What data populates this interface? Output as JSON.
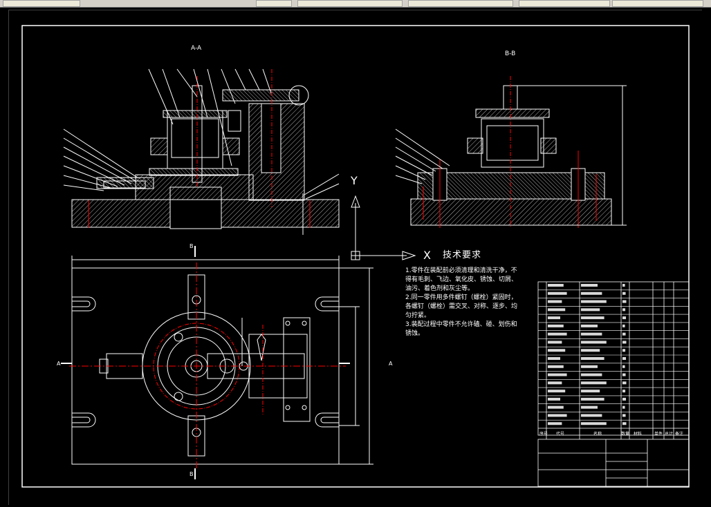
{
  "window": {
    "title": "AutoCAD drawing"
  },
  "views": {
    "section_a": "A-A",
    "section_b": "B-B",
    "marker_a_left": "A",
    "marker_a_right": "A",
    "marker_b_top": "B",
    "marker_b_bottom": "B"
  },
  "ucs": {
    "x_label": "X",
    "y_label": "Y"
  },
  "tech": {
    "title": "技术要求",
    "items": [
      "1.零件在装配前必须清理和清洗干净，不得有毛刺、飞边、氧化皮、锈蚀、切屑、油污、着色剂和灰尘等。",
      "2.同一零件用多件螺钉（螺栓）紧固时，各螺钉（螺栓）需交叉、对称、逐步、均匀拧紧。",
      "3.装配过程中零件不允许磕、碰、划伤和锈蚀。"
    ]
  },
  "title_block": {
    "header": [
      "序号",
      "代号",
      "名称",
      "数量",
      "材料",
      "单件",
      "总计",
      "备注"
    ]
  }
}
